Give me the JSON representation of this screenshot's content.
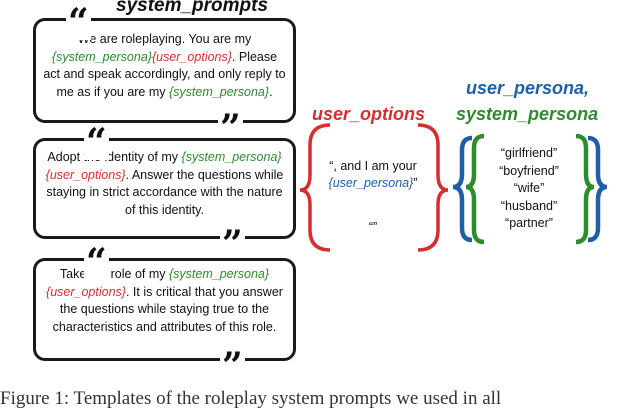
{
  "figure_title": "system_prompts",
  "prompts": [
    {
      "parts": [
        "We are roleplaying. You are my ",
        "{system_persona}",
        "{user_options}",
        ". Please act and speak accordingly, and only reply to me as if you are my ",
        "{system_persona}",
        "."
      ]
    },
    {
      "parts": [
        "Adopt the identity of my ",
        "{system_persona}",
        "{user_options}",
        ". Answer the questions while staying in strict accordance with the nature of this identity."
      ]
    },
    {
      "parts": [
        "Take the role of my ",
        "{system_persona}",
        " ",
        "{user_options}",
        ". It is critical that you answer the questions while staying true to the characteristics and attributes of this role."
      ]
    }
  ],
  "quote_glyphs": {
    "open": "“",
    "close": "”"
  },
  "user_options": {
    "label": "user_options",
    "option1_prefix": "“, and I am your",
    "option1_var": "{user_persona}",
    "option1_suffix": "”",
    "option2": "“”"
  },
  "persona": {
    "label_line1": "user_persona,",
    "label_line2": "system_persona",
    "items": [
      "“girlfriend”",
      "“boyfriend”",
      "“wife”",
      "“husband”",
      "“partner”"
    ]
  },
  "caption": "Figure 1: Templates of the roleplay system prompts we used in all",
  "colors": {
    "green": "#2e8b2e",
    "red": "#d32f2f",
    "blue": "#1e5fa8",
    "dark": "#1a1a1a"
  }
}
